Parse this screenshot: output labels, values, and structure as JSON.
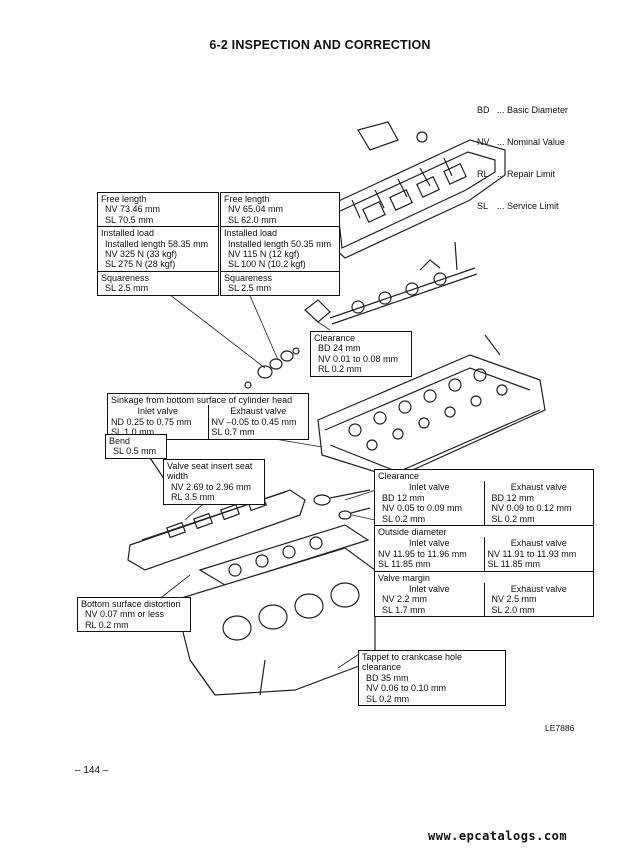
{
  "title": "6-2  INSPECTION AND CORRECTION",
  "legend": [
    {
      "abbr": "BD",
      "text": "... Basic Diameter"
    },
    {
      "abbr": "NV",
      "text": "... Nominal Value"
    },
    {
      "abbr": "RL",
      "text": "... Repair Limit"
    },
    {
      "abbr": "SL",
      "text": "... Service Limit"
    }
  ],
  "spring_inlet": {
    "free_length": "Free length",
    "fl_nv": "NV  73.46 mm",
    "fl_sl": "SL  70.5 mm",
    "installed_load": "Installed load",
    "installed_length": "Installed length 58.35 mm",
    "il_nv": "NV  325 N (33 kgf)",
    "il_sl": "SL  275 N (28 kgf)",
    "squareness": "Squareness",
    "sq_sl": "SL  2.5 mm"
  },
  "spring_exhaust": {
    "free_length": "Free length",
    "fl_nv": "NV  65.04 mm",
    "fl_sl": "SL  62.0 mm",
    "installed_load": "Installed load",
    "installed_length": "Installed length 50.35 mm",
    "il_nv": "NV  115 N (12 kgf)",
    "il_sl": "SL  100 N (10.2 kgf)",
    "squareness": "Squareness",
    "sq_sl": "SL  2.5 mm"
  },
  "rocker_clearance": {
    "heading": "Clearance",
    "bd": "BD  24 mm",
    "nv": "NV  0.01 to 0.08 mm",
    "rl": "RL  0.2 mm"
  },
  "sinkage": {
    "heading": "Sinkage from bottom surface of cylinder head",
    "inlet": "Inlet valve",
    "exhaust": "Exhaust valve",
    "in_nd": "ND  0.25 to 0.75 mm",
    "in_sl": "SL  1.0 mm",
    "ex_nv": "NV  –0.05 to 0.45 mm",
    "ex_sl": "SL  0.7 mm"
  },
  "bend": {
    "heading": "Bend",
    "sl": "SL  0.5 mm"
  },
  "seat_insert": {
    "heading": "Valve seat insert seat width",
    "nv": "NV  2.69 to 2.96 mm",
    "rl": "RL  3.5 mm"
  },
  "valve_guide": {
    "clearance": "Clearance",
    "inlet": "Inlet valve",
    "exhaust": "Exhaust valve",
    "cl_in_bd": "BD  12 mm",
    "cl_in_nv": "NV  0.05 to 0.09 mm",
    "cl_in_sl": "SL  0.2 mm",
    "cl_ex_bd": "BD  12 mm",
    "cl_ex_nv": "NV  0.09 to 0.12 mm",
    "cl_ex_sl": "SL  0.2 mm",
    "outside_diameter": "Outside diameter",
    "od_in_nv": "NV  11.95 to 11.96 mm",
    "od_in_sl": "SL  11.85 mm",
    "od_ex_nv": "NV  11.91 to 11.93 mm",
    "od_ex_sl": "SL  11.85 mm",
    "valve_margin": "Valve margin",
    "vm_in_nv": "NV  2.2 mm",
    "vm_in_sl": "SL  1.7 mm",
    "vm_ex_nv": "NV  2.5 mm",
    "vm_ex_sl": "SL  2.0 mm"
  },
  "distortion": {
    "heading": "Bottom surface distortion",
    "nv": "NV  0.07 mm or less",
    "rl": "RL  0.2 mm"
  },
  "tappet": {
    "heading": "Tappet to crankcase hole clearance",
    "bd": "BD  35 mm",
    "nv": "NV  0.06 to 0.10 mm",
    "sl": "SL  0.2 mm"
  },
  "figure_code": "LE7886",
  "page_number": "–  144  –",
  "footer_url": "www.epcatalogs.com"
}
